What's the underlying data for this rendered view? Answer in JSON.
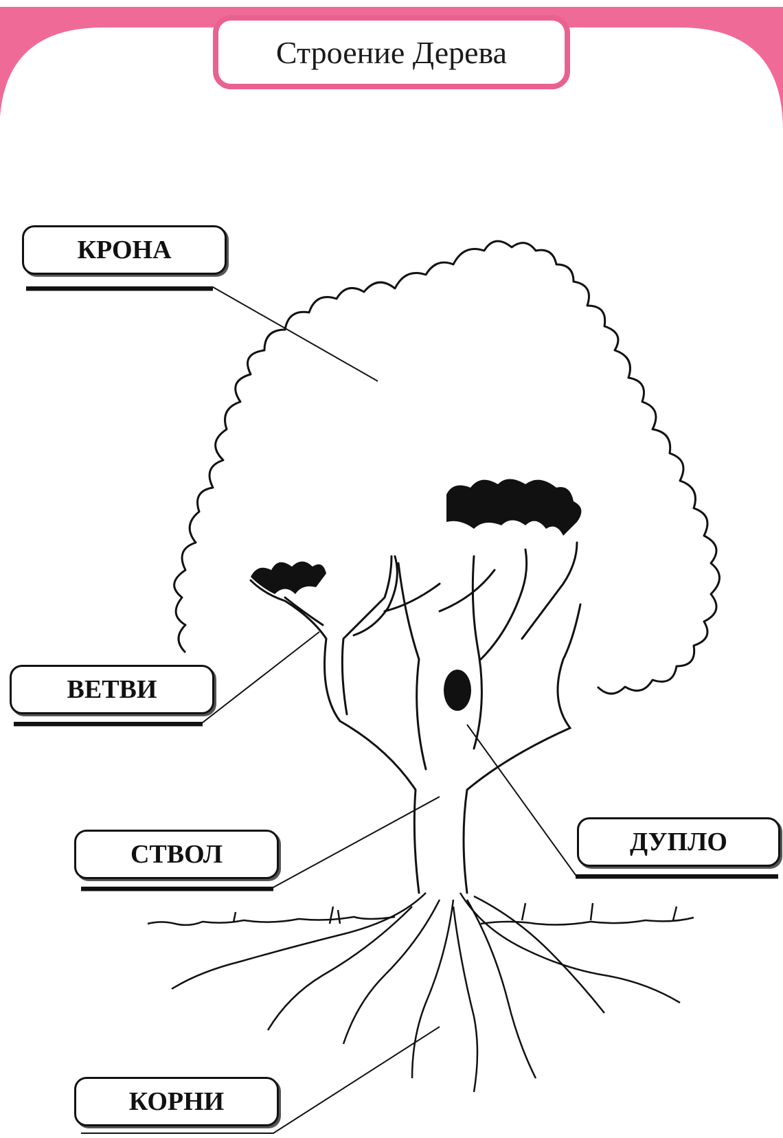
{
  "title": "Строение Дерева",
  "labels": {
    "crown": "КРОНА",
    "branches": "ВЕТВИ",
    "trunk": "СТВОЛ",
    "hollow": "ДУПЛО",
    "roots": "КОРНИ"
  },
  "colors": {
    "frame_accent": "#e9628f",
    "ink": "#111111"
  }
}
